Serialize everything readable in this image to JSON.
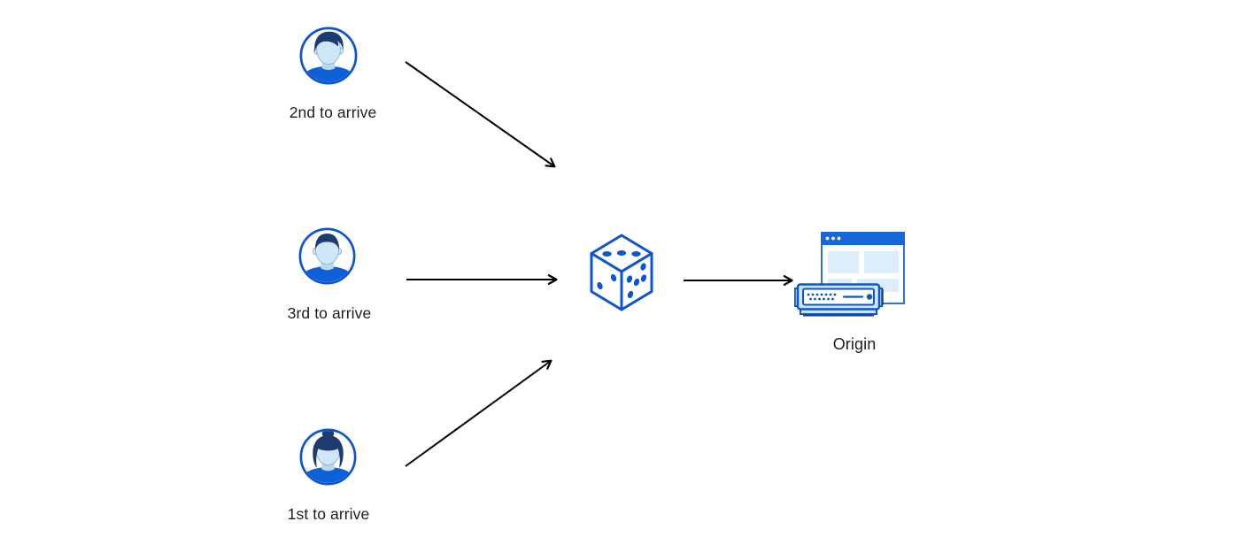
{
  "diagram": {
    "clients": [
      {
        "label": "2nd to arrive",
        "avatar_icon": "user-man-swept-hair-icon"
      },
      {
        "label": "3rd to arrive",
        "avatar_icon": "user-man-short-hair-icon"
      },
      {
        "label": "1st to arrive",
        "avatar_icon": "user-woman-bun-hair-icon"
      }
    ],
    "selector": {
      "icon": "dice-icon",
      "die_faces": {
        "top_pips": 3,
        "left_pips": 2,
        "right_pips": 5
      }
    },
    "origin": {
      "label": "Origin",
      "icon": "origin-server-browser-icon"
    }
  },
  "colors": {
    "primary_blue": "#0d55d0",
    "dark_navy": "#1c3c6e",
    "face_blue": "#cfe7f7",
    "face_shade": "#b9d9ef",
    "shirt_blue": "#0d60d8",
    "titlebar_blue": "#1667d9",
    "window_border": "#2e72d2",
    "pale_block": "#ddedf9",
    "server_fill": "#cfe6f8",
    "arrow_black": "#000000",
    "text_color": "#1d1d1f",
    "background": "#ffffff"
  }
}
